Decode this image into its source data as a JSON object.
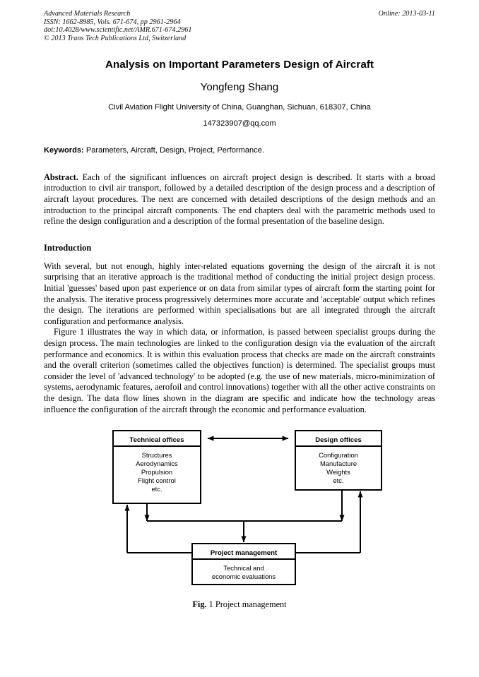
{
  "header": {
    "journal": "Advanced Materials Research",
    "issn": "ISSN: 1662-8985, Vols. 671-674, pp 2961-2964",
    "doi": "doi:10.4028/www.scientific.net/AMR.671-674.2961",
    "copyright": "© 2013 Trans Tech Publications Ltd, Switzerland",
    "online": "Online: 2013-03-11"
  },
  "title": "Analysis on Important Parameters Design of Aircraft",
  "author": "Yongfeng Shang",
  "affiliation": "Civil Aviation Flight University of China, Guanghan, Sichuan, 618307, China",
  "email": "147323907@qq.com",
  "keywords": {
    "label": "Keywords:",
    "value": "Parameters, Aircraft, Design, Project, Performance."
  },
  "abstract": {
    "label": "Abstract.",
    "text": "Each of the significant influences on aircraft project design is described. It starts with a broad introduction to civil air transport, followed by a detailed description of the design process and a description of aircraft layout procedures. The next are concerned with detailed descriptions of the design methods and an introduction to the principal aircraft components. The end chapters deal with the parametric methods used to refine the design configuration and a description of the formal presentation of the baseline design."
  },
  "introduction": {
    "heading": "Introduction",
    "paragraph1": "With several, but not enough, highly inter-related equations governing the design of the aircraft it is not surprising that an iterative approach is the traditional method of conducting the initial project design process. Initial 'guesses' based upon past experience or on data from similar types of aircraft form the starting point for the analysis. The iterative process progressively determines more accurate and 'acceptable' output which refines the design. The iterations are performed within specialisations but are all integrated through the aircraft configuration and performance analysis.",
    "paragraph2": "Figure 1 illustrates the way in which data, or information, is passed between specialist groups during the design process. The main technologies are linked to the configuration design via the evaluation of the aircraft performance and economics. It is within this evaluation process that checks are made on the aircraft constraints and the overall criterion (sometimes called the objectives function) is determined. The specialist groups must consider the level of 'advanced technology' to be adopted (e.g. the use of new materials, micro-minimization of systems, aerodynamic features, aerofoil and control innovations) together with all the other active constraints on the design. The data flow lines shown in the diagram are specific and indicate how the technology areas influence the configuration of the aircraft through the economic and performance evaluation."
  },
  "figure": {
    "caption_label": "Fig.",
    "caption_text": "1 Project management",
    "boxes": {
      "technical_offices": {
        "title": "Technical offices",
        "items": [
          "Structures",
          "Aerodynamics",
          "Propulsion",
          "Flight control",
          "etc."
        ]
      },
      "design_offices": {
        "title": "Design offices",
        "items": [
          "Configuration",
          "Manufacture",
          "Weights",
          "etc."
        ]
      },
      "project_management": {
        "title": "Project management",
        "items": [
          "Technical and",
          "economic evaluations"
        ]
      }
    },
    "stroke_color": "#000000"
  }
}
